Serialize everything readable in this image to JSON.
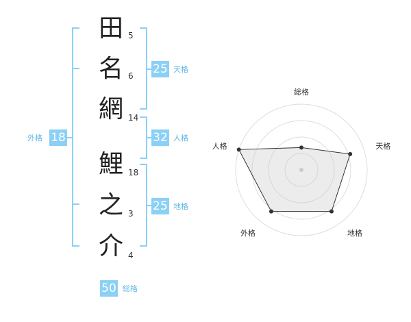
{
  "name_chars": [
    {
      "char": "田",
      "strokes": "5"
    },
    {
      "char": "名",
      "strokes": "6"
    },
    {
      "char": "網",
      "strokes": "14"
    },
    {
      "char": "鯉",
      "strokes": "18"
    },
    {
      "char": "之",
      "strokes": "3"
    },
    {
      "char": "介",
      "strokes": "4"
    }
  ],
  "fortunes": {
    "tenkaku": {
      "label": "天格",
      "value": "25"
    },
    "jinkaku": {
      "label": "人格",
      "value": "32"
    },
    "chikaku": {
      "label": "地格",
      "value": "25"
    },
    "gaikaku": {
      "label": "外格",
      "value": "18"
    },
    "soukaku": {
      "label": "総格",
      "value": "50"
    }
  },
  "colors": {
    "accent": "#8bd0f5",
    "bracket": "#8bd0f5",
    "label": "#5fb6e6"
  },
  "chart_data": {
    "type": "radar",
    "axes": [
      "総格",
      "天格",
      "地格",
      "外格",
      "人格"
    ],
    "values": [
      0.34,
      0.78,
      0.78,
      0.78,
      1.0
    ],
    "max": 1.0,
    "rings": 4
  }
}
